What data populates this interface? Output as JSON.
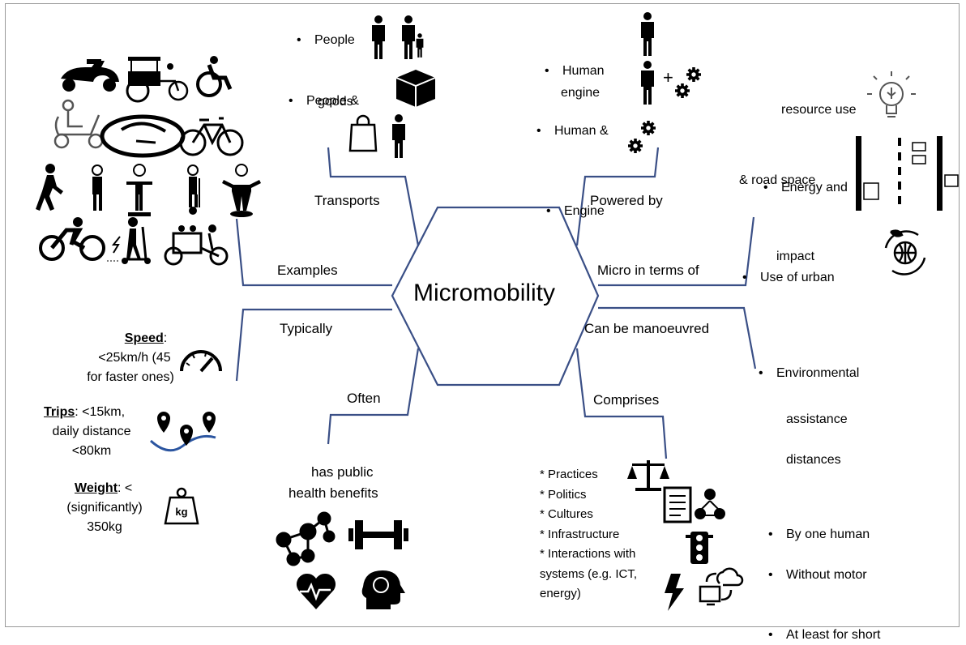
{
  "center": "Micromobility",
  "branches": {
    "transports": "Transports",
    "powered_by": "Powered by",
    "examples": "Examples",
    "micro_in_terms_of": "Micro in terms of",
    "typically": "Typically",
    "can_be_manoeuvred": "Can be manoeuvred",
    "often": "Often",
    "comprises": "Comprises"
  },
  "transports_items": [
    "People",
    "People &",
    "goods"
  ],
  "powered_items": [
    "Human",
    "Human &",
    "engine",
    "Engine"
  ],
  "powered_plus": "+",
  "micro_items": {
    "energy": [
      "Energy and",
      "resource use"
    ],
    "space": [
      "Use of urban",
      "& road space"
    ],
    "env": [
      "Environmental",
      "impact"
    ]
  },
  "typically": {
    "speed_label": "Speed",
    "speed_rest": ":",
    "speed_lines": [
      "<25km/h (45",
      "for faster ones)"
    ],
    "trips_label": "Trips",
    "trips_rest": ": <15km,",
    "trips_lines": [
      "daily distance",
      "<80km"
    ],
    "weight_label": "Weight",
    "weight_rest": ": <",
    "weight_lines": [
      "(significantly)",
      "350kg"
    ],
    "weight_icon_text": "kg"
  },
  "manoeuvred_items": [
    "By one human",
    "Without motor",
    "assistance",
    "At least for short",
    "distances"
  ],
  "often_text": [
    "has public",
    "health benefits"
  ],
  "comprises_items": [
    "* Practices",
    "* Politics",
    "* Cultures",
    "* Infrastructure",
    "* Interactions with",
    "systems (e.g. ICT,",
    "energy)"
  ],
  "icons": [
    "scooter-icon",
    "cargo-trike-icon",
    "wheelchair-icon",
    "mobility-scooter-icon",
    "velomobile-icon",
    "bicycle-icon",
    "pedestrian-icon",
    "skater-icon",
    "hoverboard-rider-icon",
    "segway-icon",
    "onewheel-icon",
    "cyclist-icon",
    "e-scooter-icon",
    "cargo-bike-icon",
    "person-icon",
    "parent-child-icon",
    "box-icon",
    "shopping-bag-icon",
    "gears-icon",
    "lightbulb-icon",
    "road-icon",
    "recycle-globe-icon",
    "speedometer-icon",
    "route-pins-icon",
    "weight-icon",
    "network-icon",
    "dumbbell-icon",
    "heart-icon",
    "brain-head-icon",
    "scales-icon",
    "document-people-icon",
    "traffic-light-icon",
    "lightning-icon",
    "computer-cloud-icon"
  ]
}
